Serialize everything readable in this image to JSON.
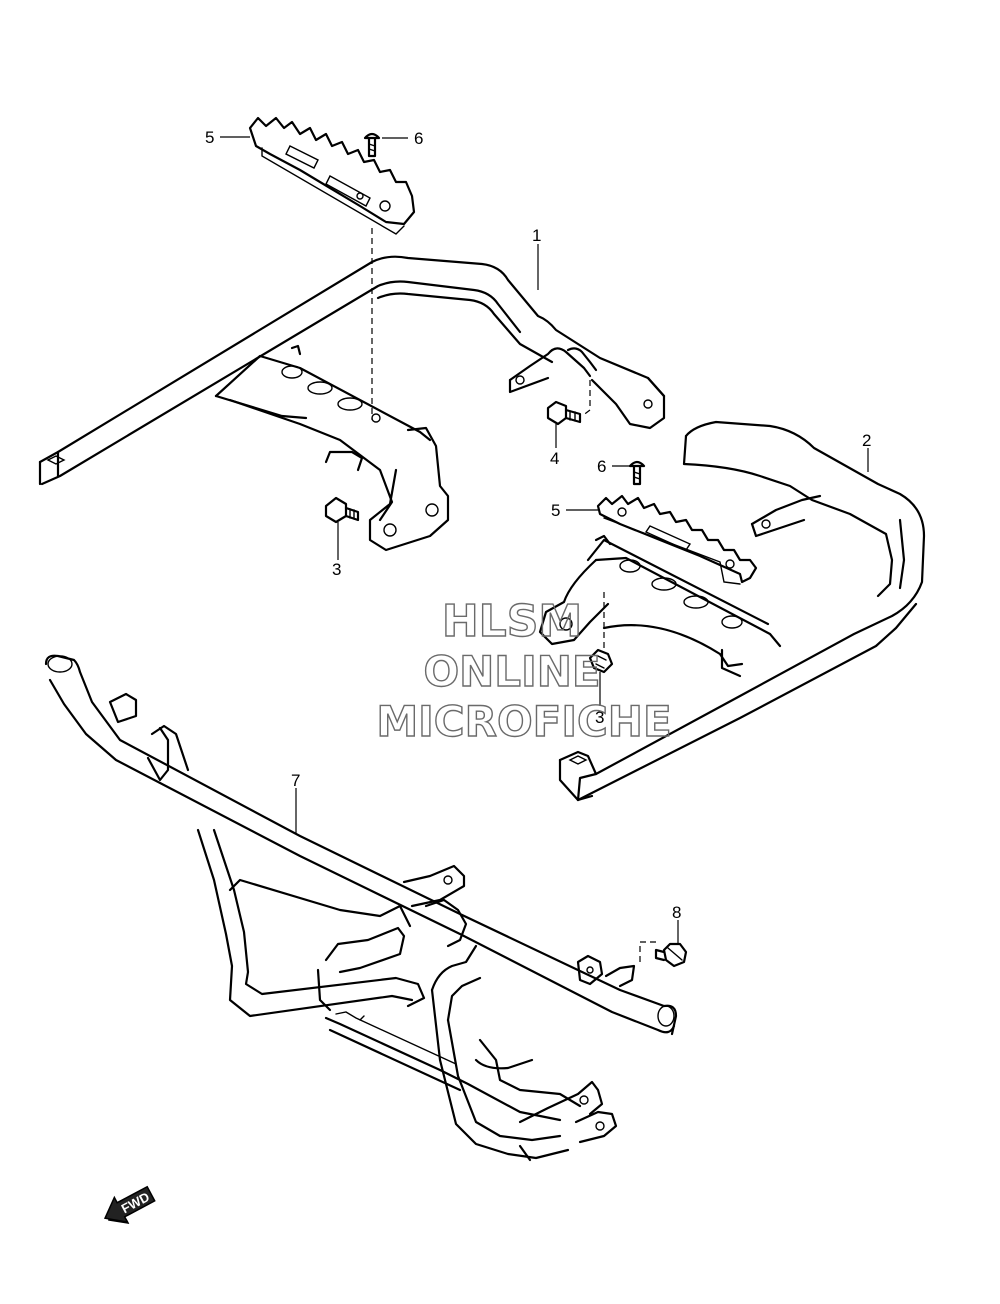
{
  "callouts": [
    {
      "id": "c5a",
      "label": "5"
    },
    {
      "id": "c6a",
      "label": "6"
    },
    {
      "id": "c1",
      "label": "1"
    },
    {
      "id": "c4",
      "label": "4"
    },
    {
      "id": "c3a",
      "label": "3"
    },
    {
      "id": "c2",
      "label": "2"
    },
    {
      "id": "c6b",
      "label": "6"
    },
    {
      "id": "c5b",
      "label": "5"
    },
    {
      "id": "c3b",
      "label": "3"
    },
    {
      "id": "c7",
      "label": "7"
    },
    {
      "id": "c8",
      "label": "8"
    }
  ],
  "watermark": {
    "line1": "HLSM",
    "line2": "ONLINE",
    "line3": "MICROFICHE"
  },
  "fwd_label": "FWD"
}
